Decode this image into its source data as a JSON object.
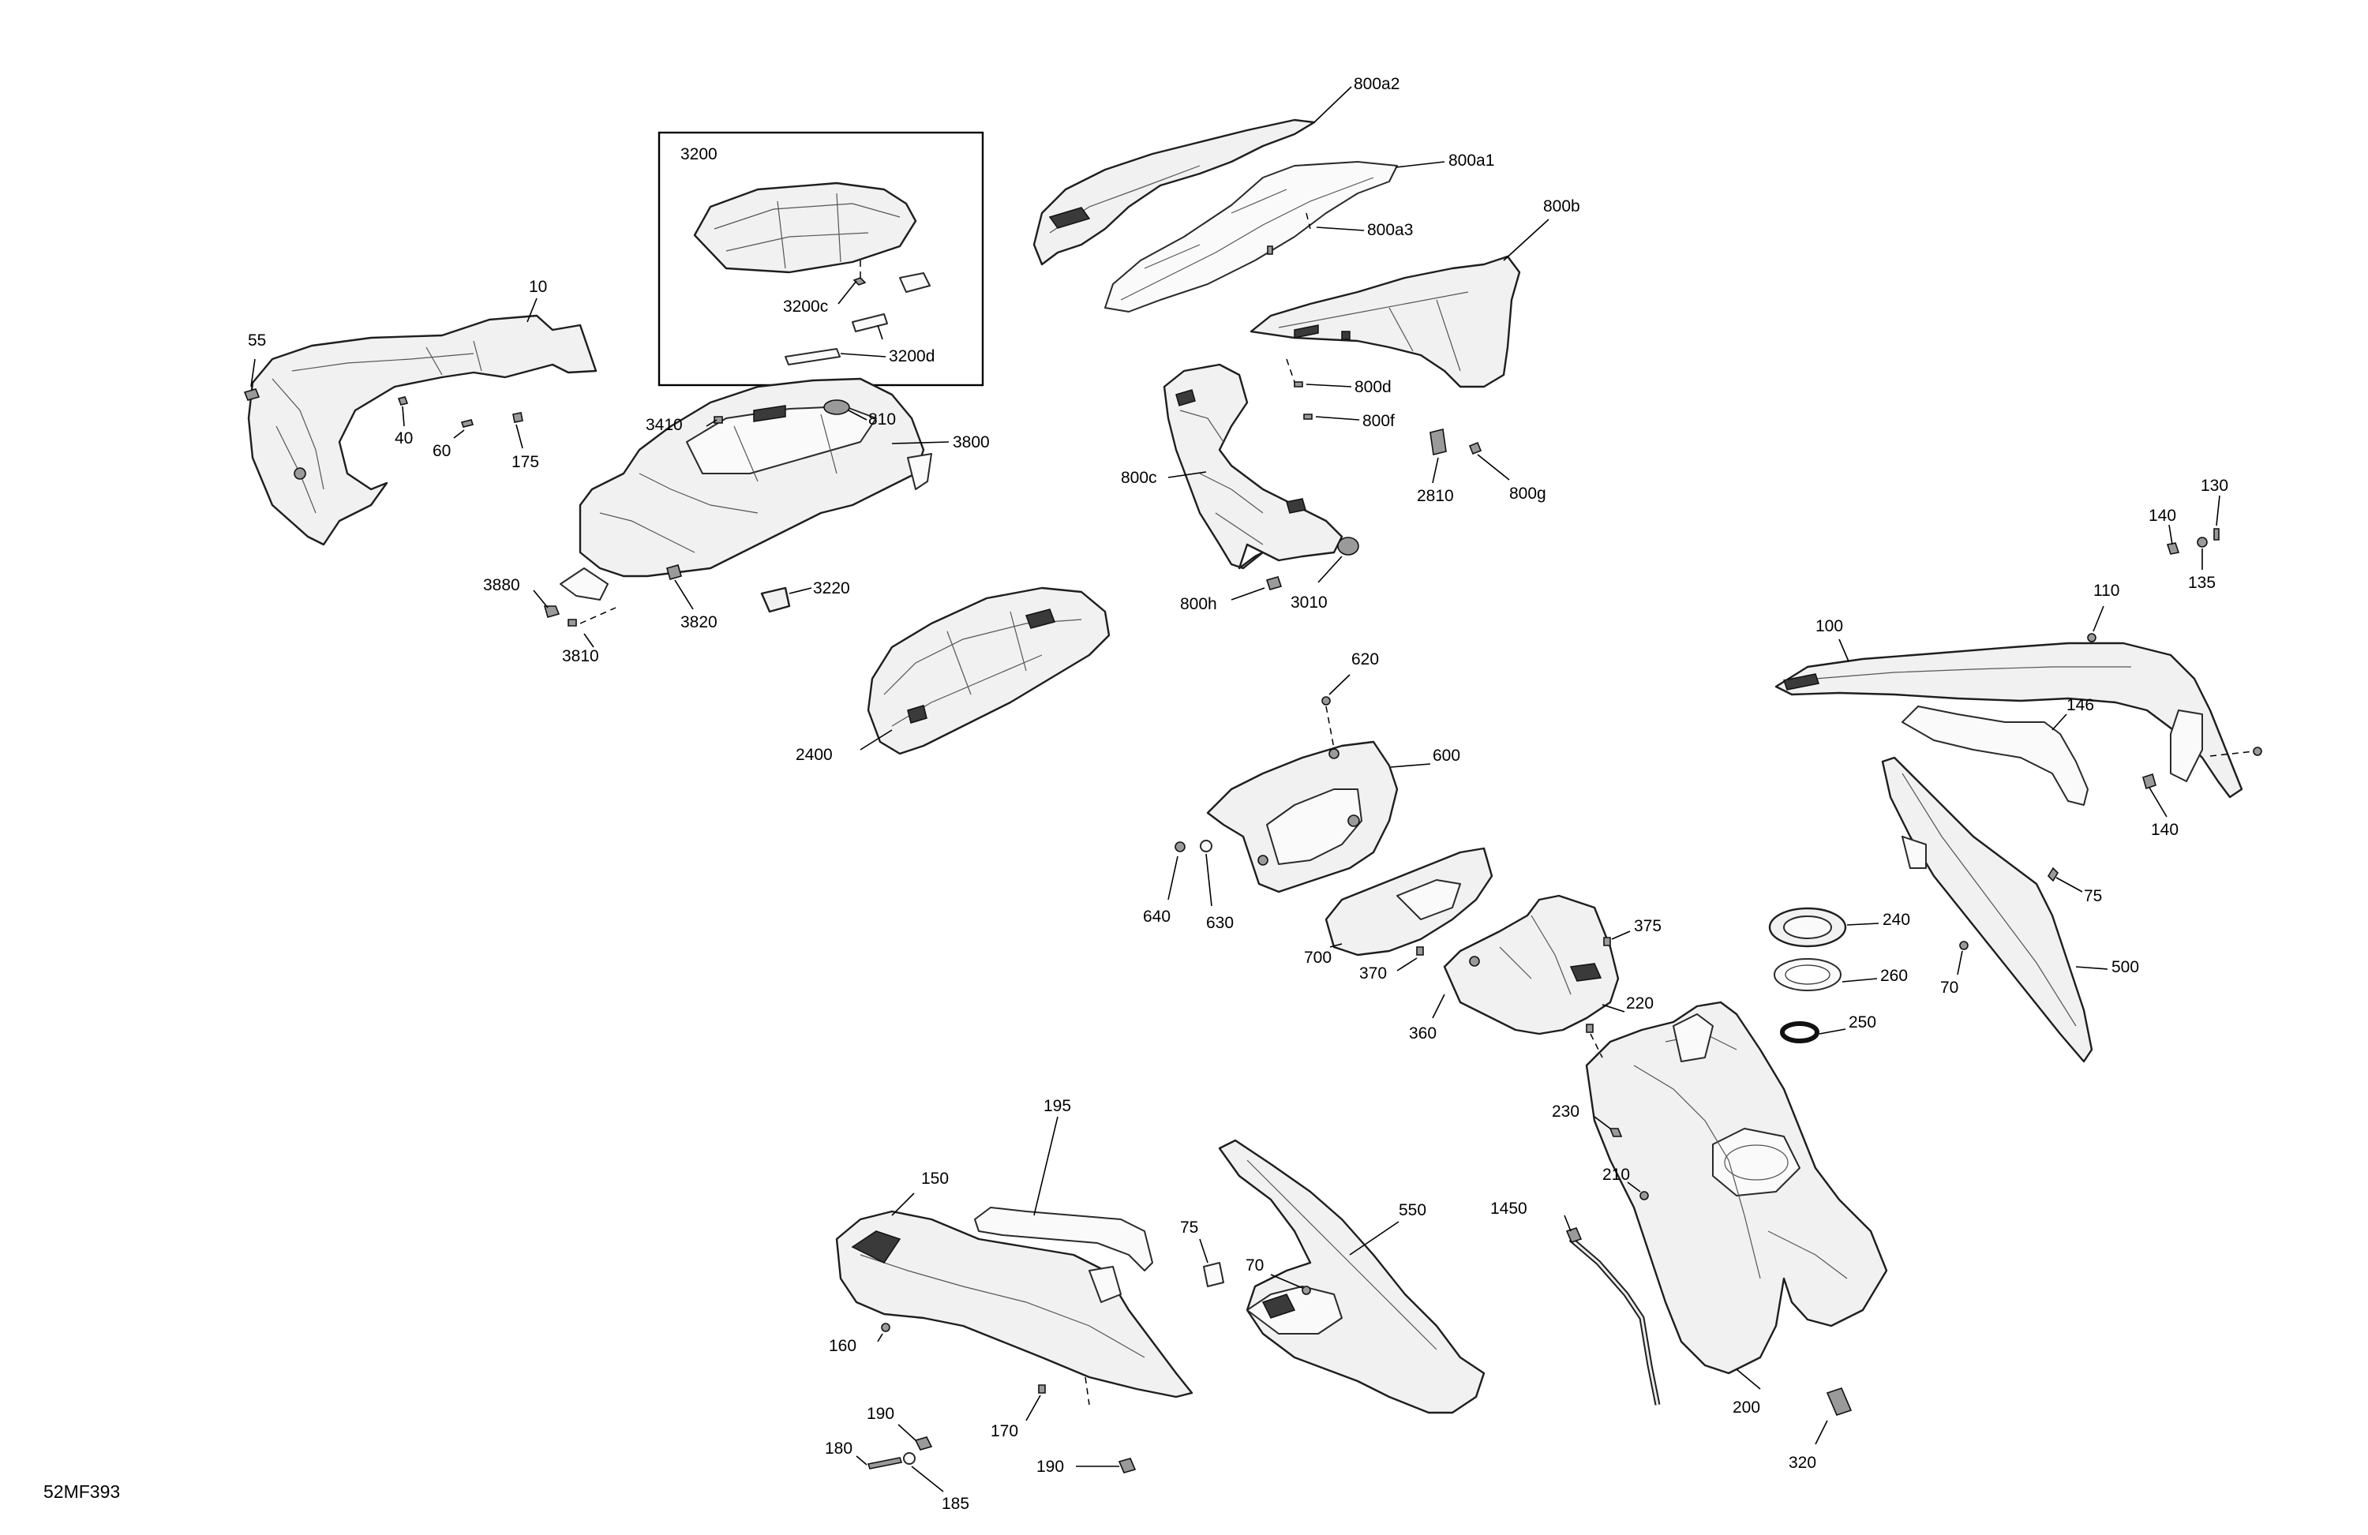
{
  "diagram": {
    "reference_code": "52MF393",
    "inset_label": "3200",
    "callouts": {
      "c800a2": "800a2",
      "c800a1": "800a1",
      "c800a3": "800a3",
      "c800b": "800b",
      "c800c": "800c",
      "c800d": "800d",
      "c800f": "800f",
      "c800g": "800g",
      "c800h": "800h",
      "c2810": "2810",
      "c3010": "3010",
      "c3200c": "3200c",
      "c3200d": "3200d",
      "c10": "10",
      "c55": "55",
      "c40": "40",
      "c60": "60",
      "c175": "175",
      "c3410": "3410",
      "c810": "810",
      "c3800": "3800",
      "c3880": "3880",
      "c3810": "3810",
      "c3820": "3820",
      "c3220": "3220",
      "c2400": "2400",
      "c620": "620",
      "c600": "600",
      "c640": "640",
      "c630": "630",
      "c700": "700",
      "c370": "370",
      "c375": "375",
      "c360": "360",
      "c220": "220",
      "c230": "230",
      "c210": "210",
      "c1450": "1450",
      "c200": "200",
      "c320": "320",
      "c240": "240",
      "c260": "260",
      "c250": "250",
      "c130": "130",
      "c140a": "140",
      "c135": "135",
      "c110": "110",
      "c100": "100",
      "c146": "146",
      "c140b": "140",
      "c75a": "75",
      "c70a": "70",
      "c500": "500",
      "c195": "195",
      "c150": "150",
      "c160": "160",
      "c170": "170",
      "c190a": "190",
      "c180": "180",
      "c185": "185",
      "c190b": "190",
      "c75b": "75",
      "c70b": "70",
      "c550": "550"
    }
  }
}
